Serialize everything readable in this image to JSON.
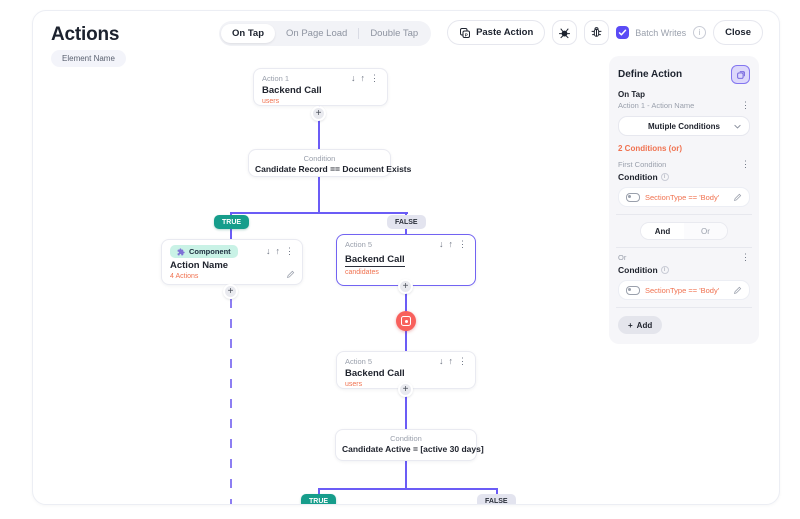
{
  "header": {
    "title": "Actions",
    "element_chip": "Element Name",
    "tabs": [
      {
        "label": "On Tap",
        "active": true
      },
      {
        "label": "On Page Load",
        "active": false
      },
      {
        "label": "Double Tap",
        "active": false
      }
    ],
    "paste_button": "Paste Action",
    "batch_writes_label": "Batch Writes",
    "close_button": "Close"
  },
  "flow": {
    "action1": {
      "kind": "Action 1",
      "title": "Backend Call",
      "subtitle": "users"
    },
    "condition1": {
      "kind": "Condition",
      "title": "Candidate Record == Document Exists"
    },
    "true_label": "TRUE",
    "false_label": "FALSE",
    "component": {
      "badge": "Component",
      "title": "Action Name",
      "subtitle": "4 Actions"
    },
    "action5a": {
      "kind": "Action 5",
      "title": "Backend Call",
      "subtitle": "candidates"
    },
    "action5b": {
      "kind": "Action 5",
      "title": "Backend Call",
      "subtitle": "users"
    },
    "condition2": {
      "kind": "Condition",
      "title": "Candidate Active = [active 30 days]"
    }
  },
  "panel": {
    "title": "Define Action",
    "event": "On Tap",
    "action_ref": "Action 1 - Action Name",
    "dropdown_value": "Mutiple Conditions",
    "conditions_summary": "2 Conditions (or)",
    "first_condition_label": "First Condition",
    "condition_label": "Condition",
    "condition1_value": "SectionType == 'Body'",
    "and_label": "And",
    "or_label": "Or",
    "or_section_label": "Or",
    "condition2_value": "SectionType == 'Body'",
    "add_label": "Add"
  },
  "icons": {
    "move_down": "↓",
    "move_up": "↑",
    "kebab": "⋮",
    "plus": "+",
    "info": "i"
  },
  "colors": {
    "accent_purple": "#6b5cf6",
    "selected_border": "#7263f2",
    "true_teal": "#169d8b",
    "false_gray": "#e3e4ef",
    "orange": "#f07250",
    "red_marker": "#f8605c",
    "checkbox_purple": "#5a4bf5",
    "component_mint": "#c9f2e6",
    "panel_bg": "#f6f6f9"
  }
}
